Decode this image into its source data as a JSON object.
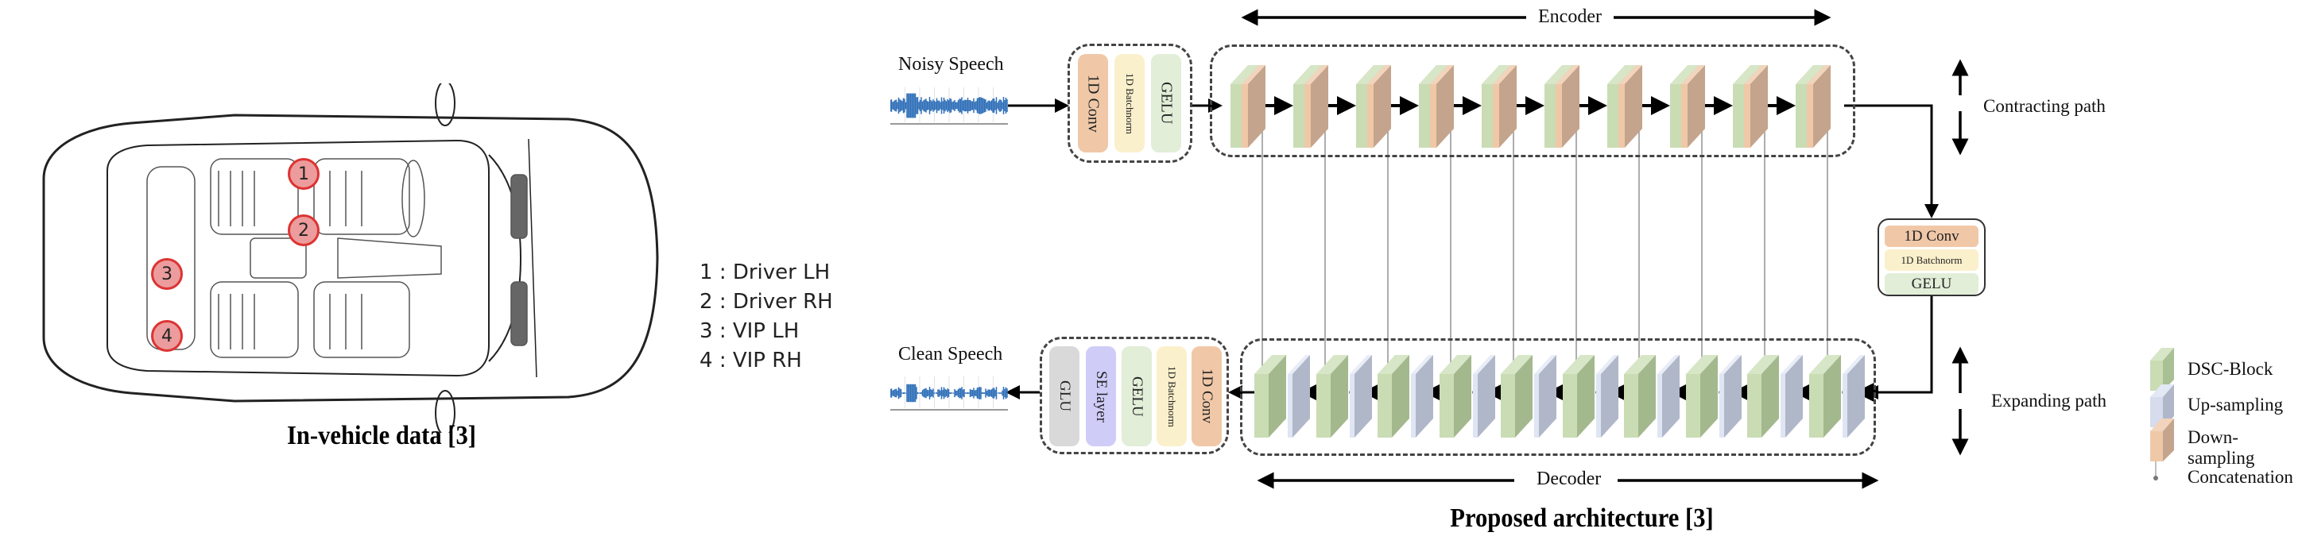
{
  "left_panel": {
    "caption": "In-vehicle data [3]",
    "mic_markers": [
      "1",
      "2",
      "3",
      "4"
    ],
    "legend": [
      {
        "num": "1",
        "sep": ":",
        "label": "Driver LH"
      },
      {
        "num": "2",
        "sep": ":",
        "label": "Driver RH"
      },
      {
        "num": "3",
        "sep": ":",
        "label": "VIP LH"
      },
      {
        "num": "4",
        "sep": ":",
        "label": "VIP RH"
      }
    ],
    "marker_color": "#e88a8a"
  },
  "right_panel": {
    "caption": "Proposed architecture [3]",
    "input": {
      "label": "Noisy Speech",
      "waveform_color": "#2f6fb8"
    },
    "output": {
      "label": "Clean Speech",
      "waveform_color": "#2f6fb8"
    },
    "input_block": {
      "layers": [
        {
          "label": "1D Conv",
          "color": "#f0c8a8"
        },
        {
          "label": "1D Batchnorm",
          "color": "#fbf0cc"
        },
        {
          "label": "GELU",
          "color": "#e2eed8"
        }
      ]
    },
    "encoder": {
      "label": "Encoder",
      "block_count": 10
    },
    "bottleneck": {
      "layers": [
        {
          "label": "1D Conv",
          "color": "#f0c8a8"
        },
        {
          "label": "1D Batchnorm",
          "color": "#fbf0cc"
        },
        {
          "label": "GELU",
          "color": "#e2eed8"
        }
      ]
    },
    "decoder": {
      "label": "Decoder",
      "block_count": 10
    },
    "output_block": {
      "layers": [
        {
          "label": "GLU",
          "color": "#d9d9d9"
        },
        {
          "label": "SE layer",
          "color": "#cfcdf8"
        },
        {
          "label": "GELU",
          "color": "#e2eed8"
        },
        {
          "label": "1D Batchnorm",
          "color": "#fbf0cc"
        },
        {
          "label": "1D Conv",
          "color": "#f0c8a8"
        }
      ]
    },
    "paths": {
      "contracting": "Contracting path",
      "expanding": "Expanding path"
    },
    "legend": [
      {
        "label": "DSC-Block",
        "color": "#c9dcb4"
      },
      {
        "label": "Up-sampling",
        "color": "#b0b7c8"
      },
      {
        "label": "Down-sampling",
        "color": "#c4a48c"
      },
      {
        "label": "Concatenation",
        "color": "#777777"
      }
    ]
  }
}
